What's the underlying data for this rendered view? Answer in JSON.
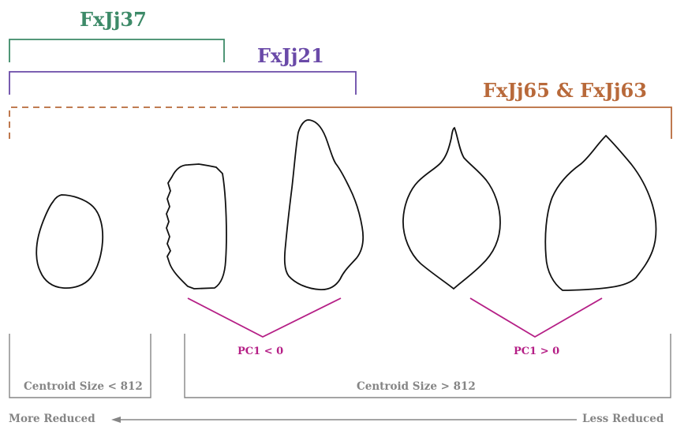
{
  "colors": {
    "fxjj37": "#3d8a68",
    "fxjj21": "#6a4aa8",
    "fxjj65": "#b8693a",
    "pc": "#b51f86",
    "grey": "#858585",
    "outline": "#111111"
  },
  "sites": {
    "fxjj37": "FxJj37",
    "fxjj21": "FxJj21",
    "fxjj65_63": "FxJj65 & FxJj63"
  },
  "pc_labels": {
    "negative": "PC1 < 0",
    "positive": "PC1 > 0"
  },
  "centroid": {
    "small": "Centroid Size < 812",
    "large": "Centroid Size > 812"
  },
  "reduction": {
    "more": "More Reduced",
    "less": "Less Reduced"
  }
}
